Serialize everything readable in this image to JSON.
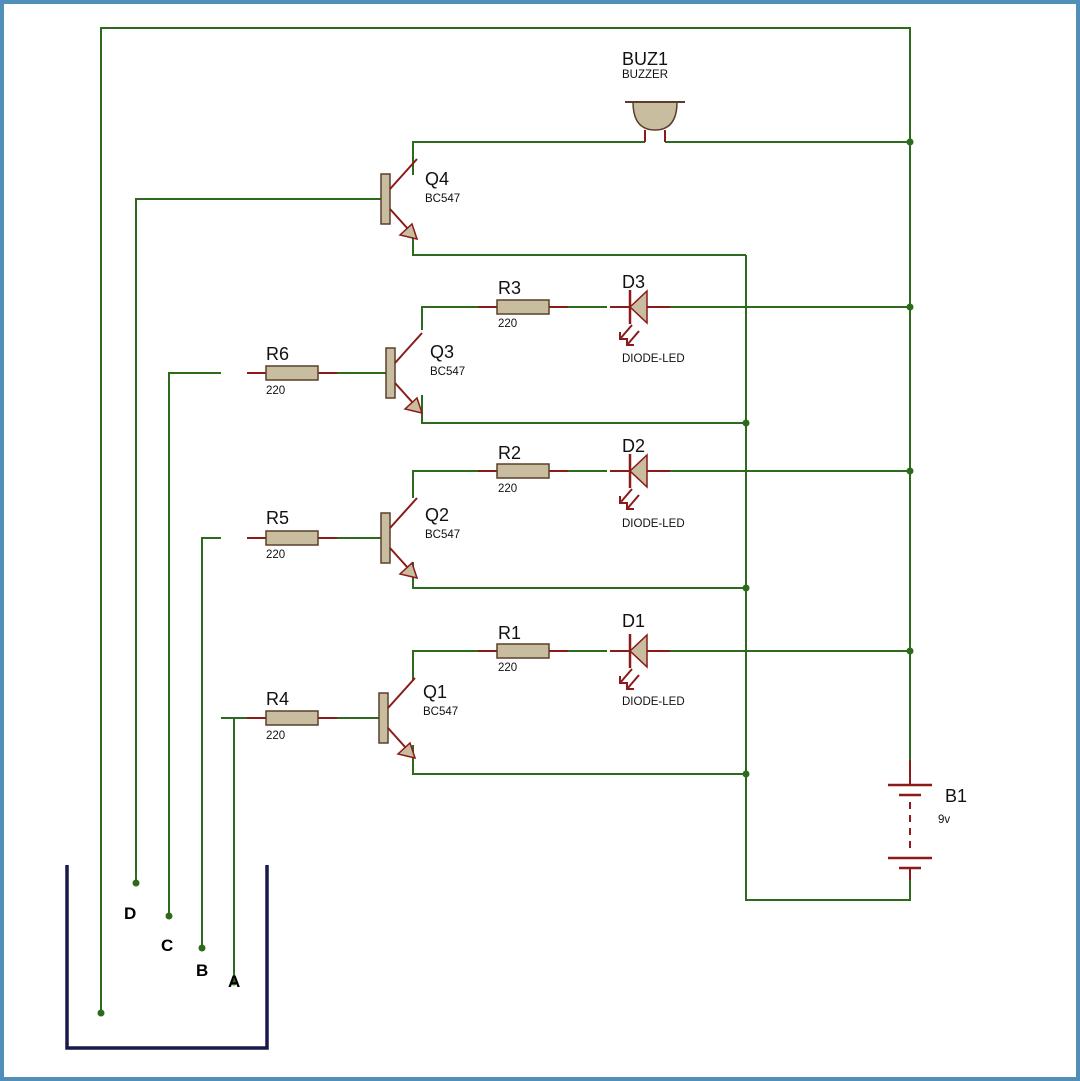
{
  "colors": {
    "wire": "#2d6a1e",
    "component": "#8b1a1a",
    "body_fill": "#c9bda0",
    "body_stroke": "#5a3e2a",
    "tank": "#161a4a",
    "frame": "#4f8fba"
  },
  "buzzer": {
    "ref": "BUZ1",
    "type": "BUZZER"
  },
  "battery": {
    "ref": "B1",
    "value": "9v"
  },
  "transistors": [
    {
      "ref": "Q4",
      "type": "BC547"
    },
    {
      "ref": "Q3",
      "type": "BC547"
    },
    {
      "ref": "Q2",
      "type": "BC547"
    },
    {
      "ref": "Q1",
      "type": "BC547"
    }
  ],
  "collector_resistors": [
    {
      "ref": "R3",
      "value": "220"
    },
    {
      "ref": "R2",
      "value": "220"
    },
    {
      "ref": "R1",
      "value": "220"
    }
  ],
  "base_resistors": [
    {
      "ref": "R6",
      "value": "220"
    },
    {
      "ref": "R5",
      "value": "220"
    },
    {
      "ref": "R4",
      "value": "220"
    }
  ],
  "leds": [
    {
      "ref": "D3",
      "type": "DIODE-LED"
    },
    {
      "ref": "D2",
      "type": "DIODE-LED"
    },
    {
      "ref": "D1",
      "type": "DIODE-LED"
    }
  ],
  "probes": [
    "D",
    "C",
    "B",
    "A"
  ]
}
